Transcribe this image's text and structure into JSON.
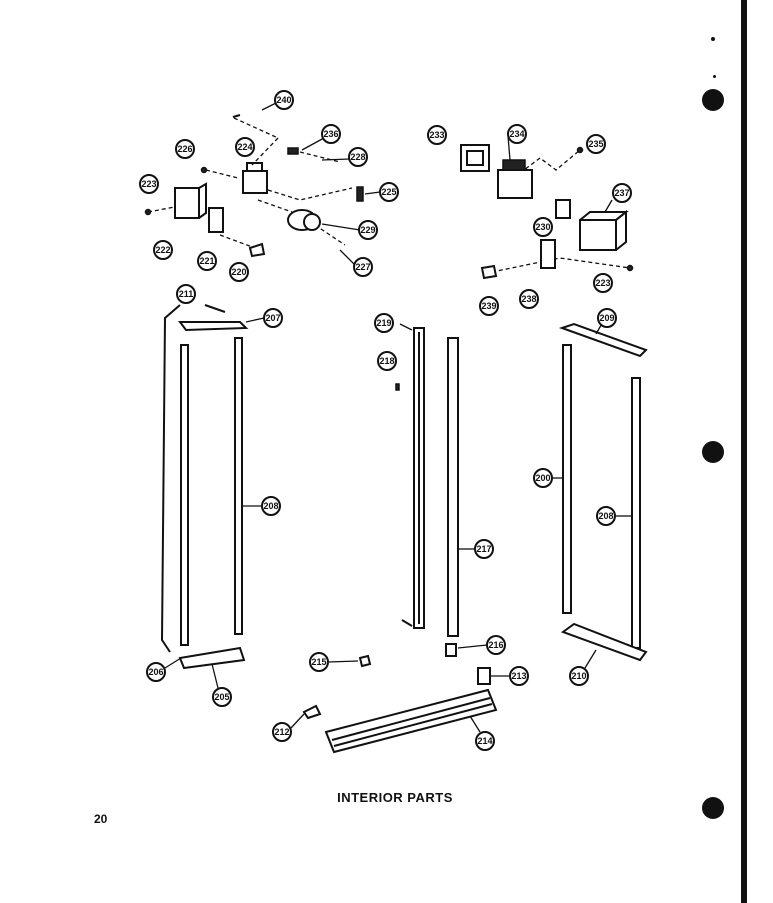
{
  "page": {
    "title": "INTERIOR PARTS",
    "page_number": "20"
  },
  "callouts": {
    "c240": "240",
    "c236": "236",
    "c226_top": "226",
    "c224": "224",
    "c228": "228",
    "c223_left": "223",
    "c225": "225",
    "c222": "222",
    "c221": "221",
    "c220": "220",
    "c229_left": "229",
    "c227": "227",
    "c233": "233",
    "c234": "234",
    "c235": "235",
    "c237": "237",
    "c230": "230",
    "c238": "238",
    "c223_right": "223",
    "c239": "239",
    "c211": "211",
    "c207": "207",
    "c208": "208",
    "c206": "206",
    "c205": "205",
    "c219": "219",
    "c218": "218",
    "c217": "217",
    "c216": "216",
    "c215": "215",
    "c213": "213",
    "c214": "214",
    "c212": "212",
    "c209": "209",
    "c200": "200",
    "c208_right": "208",
    "c210": "210"
  }
}
